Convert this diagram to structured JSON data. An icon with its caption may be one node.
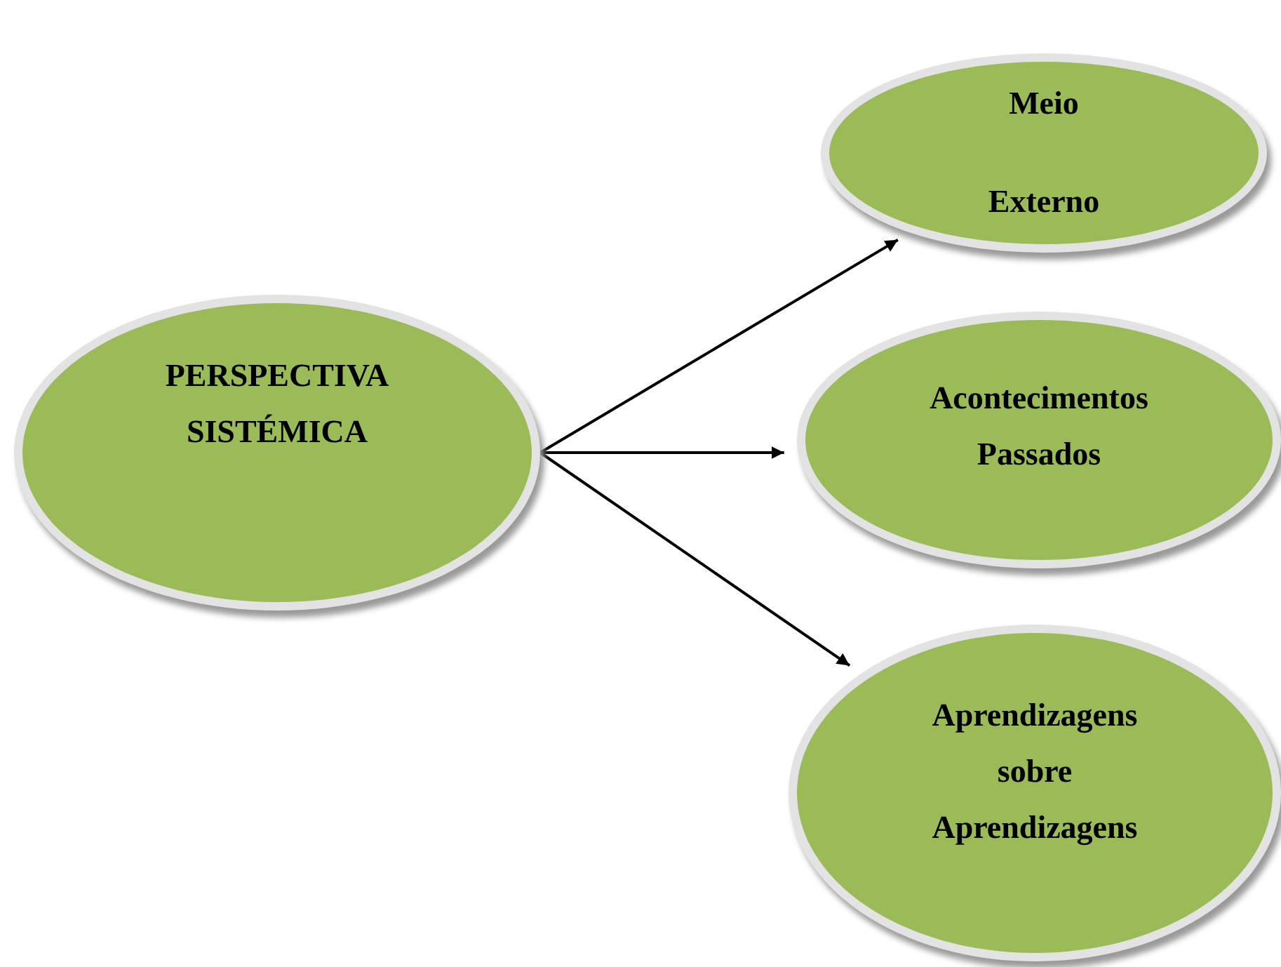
{
  "diagram": {
    "nodes": [
      {
        "text": [
          "PERSPECTIVA SISTÉMICA"
        ]
      },
      {
        "text": [
          "Meio",
          "Externo"
        ]
      },
      {
        "text": [
          "Acontecimentos Passados"
        ]
      },
      {
        "text": [
          "Aprendizagens sobre Aprendizagens"
        ]
      }
    ],
    "edges": [
      {
        "from": 0,
        "to": 1,
        "arrow": "to"
      },
      {
        "from": 0,
        "to": 2,
        "arrow": "to"
      },
      {
        "from": 0,
        "to": 3,
        "arrow": "to"
      }
    ]
  }
}
